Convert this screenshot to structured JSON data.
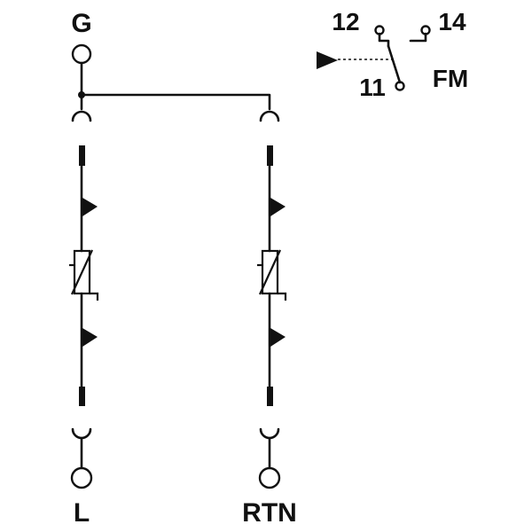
{
  "labels": {
    "ground": "G",
    "line": "L",
    "return": "RTN",
    "fm_contact_12": "12",
    "fm_contact_14": "14",
    "fm_contact_11": "11",
    "fm": "FM"
  }
}
